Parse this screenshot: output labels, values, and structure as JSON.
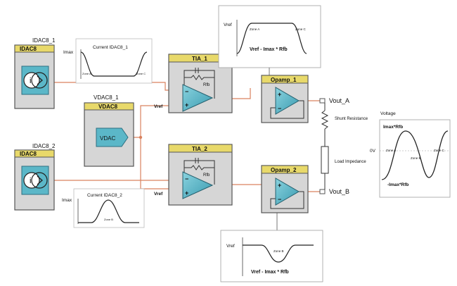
{
  "blocks": {
    "idac1": {
      "instance": "IDAC8_1",
      "title": "IDAC8"
    },
    "idac2": {
      "instance": "IDAC8_2",
      "title": "IDAC8"
    },
    "vdac": {
      "instance": "VDAC8_1",
      "title": "VDAC8",
      "symbol": "VDAC"
    },
    "tia1": {
      "title": "TIA_1",
      "vref": "Vref",
      "rfb": "Rfb"
    },
    "tia2": {
      "title": "TIA_2",
      "vref": "Vref",
      "rfb": "Rfb"
    },
    "opamp1": {
      "title": "Opamp_1"
    },
    "opamp2": {
      "title": "Opamp_2"
    }
  },
  "outputs": {
    "a": "Vout_A",
    "b": "Vout_B"
  },
  "components": {
    "shunt": "Shunt Resistance",
    "load": "Load Impedance"
  },
  "waveforms": {
    "current1": {
      "title": "Current IDAC8_1",
      "ylabel": "Imax",
      "zone_a": "Zone A",
      "zone_c": "Zone C"
    },
    "current2": {
      "title": "Current IDAC8_2",
      "ylabel": "Imax",
      "zone_b": "Zone B"
    },
    "top_out": {
      "ylabel": "Vref",
      "zone_a": "Zone A",
      "zone_c": "Zone C",
      "caption": "Vref - Imax * Rfb"
    },
    "bottom_out": {
      "ylabel": "Vref",
      "zone_b": "Zone B",
      "caption": "Vref - Imax * Rfb"
    },
    "load_voltage": {
      "title": "Voltage",
      "top": "Imax*Rfb",
      "zero": "0V",
      "bottom": "-Imax*Rfb",
      "zone_a": "Zone A",
      "zone_b": "Zone B",
      "zone_c": "Zone C"
    }
  },
  "symbols": {
    "plus": "+",
    "minus": "−",
    "current_source": "i"
  },
  "colors": {
    "wire": "#d9825f",
    "block_bg": "#d6d6d6",
    "header": "#e8d96a",
    "amp": "#5bb7c8",
    "frame": "#555555"
  }
}
